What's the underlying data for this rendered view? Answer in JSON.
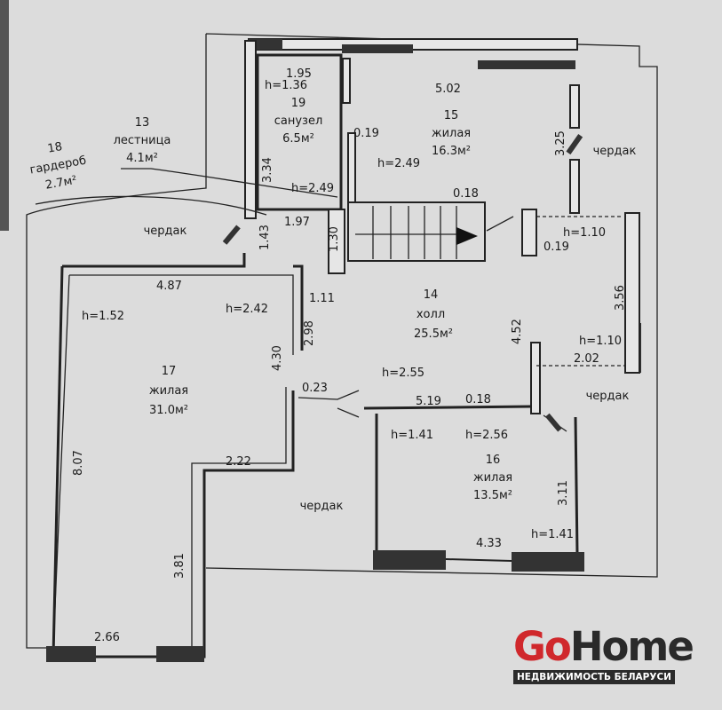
{
  "rooms": [
    {
      "number": "13",
      "name": "лестница",
      "area": "4.1м²"
    },
    {
      "number": "14",
      "name": "холл",
      "area": "25.5м²"
    },
    {
      "number": "15",
      "name": "жилая",
      "area": "16.3м²"
    },
    {
      "number": "16",
      "name": "жилая",
      "area": "13.5м²"
    },
    {
      "number": "17",
      "name": "жилая",
      "area": "31.0м²"
    },
    {
      "number": "18",
      "name": "гардероб",
      "area": "2.7м²"
    },
    {
      "number": "19",
      "name": "санузел",
      "area": "6.5м²"
    }
  ],
  "attic_label": "чердак",
  "dimensions": {
    "d195": "1.95",
    "d502": "5.02",
    "d325": "3.25",
    "d019a": "0.19",
    "d334": "3.34",
    "d197": "1.97",
    "d143": "1.43",
    "d130": "1.30",
    "d018a": "0.18",
    "d019b": "0.19",
    "d487": "4.87",
    "d111": "1.11",
    "d298": "2.98",
    "d430": "4.30",
    "d356": "3.56",
    "d452": "4.52",
    "d202": "2.02",
    "d023": "0.23",
    "d519": "5.19",
    "d018b": "0.18",
    "d807": "8.07",
    "d222": "2.22",
    "d311": "3.11",
    "d433": "4.33",
    "d381": "3.81",
    "d266": "2.66"
  },
  "heights": {
    "h136": "h=1.36",
    "h249a": "h=2.49",
    "h249b": "h=2.49",
    "h110a": "h=1.10",
    "h152": "h=1.52",
    "h242": "h=2.42",
    "h110b": "h=1.10",
    "h255": "h=2.55",
    "h141a": "h=1.41",
    "h256": "h=2.56",
    "h141b": "h=1.41"
  },
  "logo": {
    "go": "Go",
    "home": "Home",
    "tagline": "НЕДВИЖИМОСТЬ БЕЛАРУСИ"
  }
}
